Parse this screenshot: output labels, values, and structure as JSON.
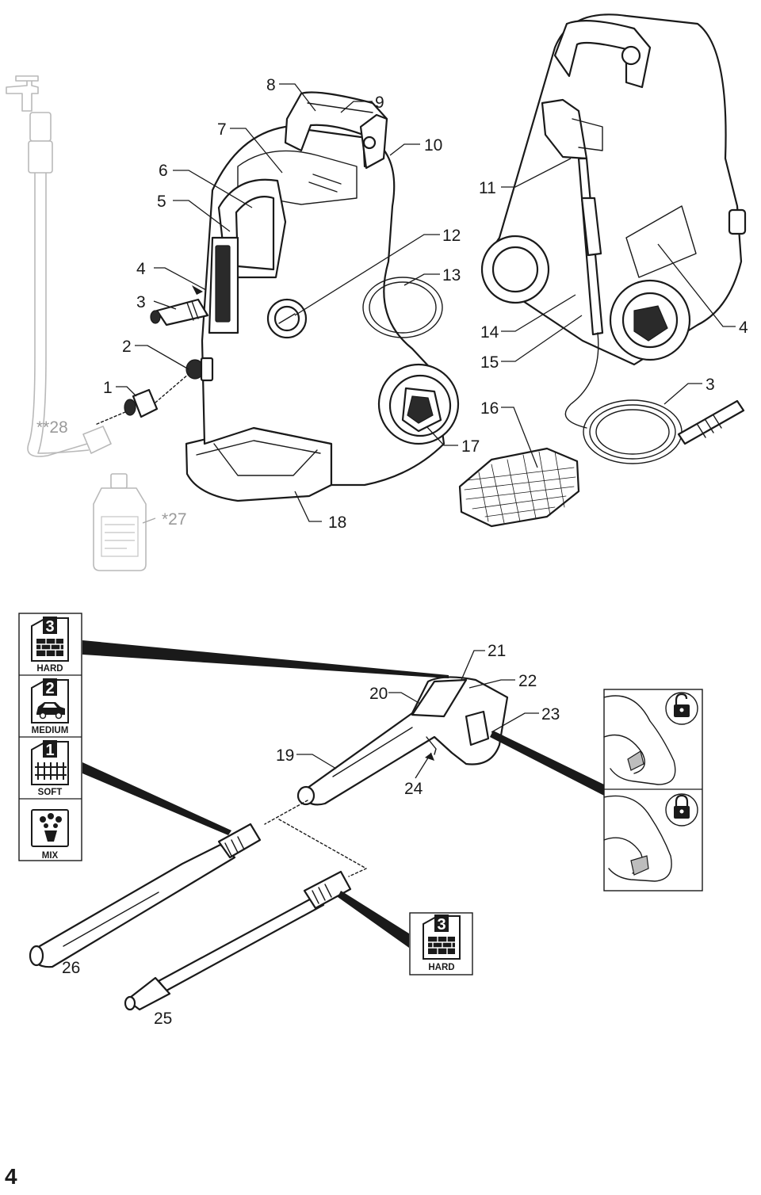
{
  "page": {
    "number": "4"
  },
  "callouts": {
    "c1": "1",
    "c2": "2",
    "c3": "3",
    "c4": "4",
    "c5": "5",
    "c6": "6",
    "c7": "7",
    "c8": "8",
    "c9": "9",
    "c10": "10",
    "c11": "11",
    "c12": "12",
    "c13": "13",
    "c14": "14",
    "c15": "15",
    "c16": "16",
    "c17": "17",
    "c18": "18",
    "c19": "19",
    "c20": "20",
    "c21": "21",
    "c22": "22",
    "c23": "23",
    "c24": "24",
    "c25": "25",
    "c26": "26",
    "c27": "*27",
    "c28": "**28",
    "c3b": "3",
    "c4b": "4"
  },
  "modes": [
    {
      "number": "3",
      "label": "HARD"
    },
    {
      "number": "2",
      "label": "MEDIUM"
    },
    {
      "number": "1",
      "label": "SOFT"
    },
    {
      "number": "",
      "label": "MIX"
    }
  ],
  "nozzle_badge": {
    "number": "3",
    "label": "HARD"
  },
  "icons": [
    "brick-wall-icon",
    "car-icon",
    "garden-fence-icon",
    "flowers-icon",
    "unlock-icon",
    "lock-icon"
  ]
}
